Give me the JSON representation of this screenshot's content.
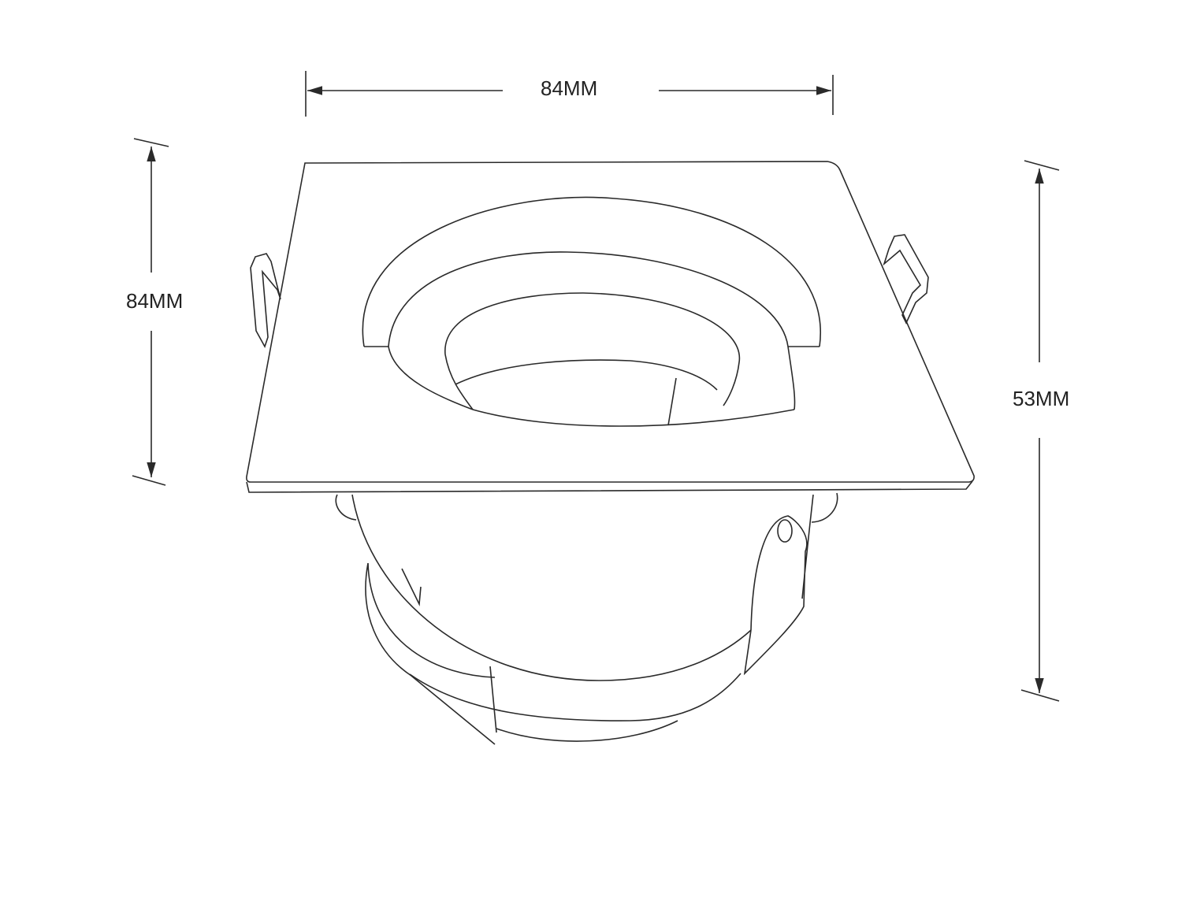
{
  "dimensions": {
    "width_label": "84MM",
    "depth_label": "84MM",
    "height_label": "53MM"
  },
  "colors": {
    "line": "#2a2a2a",
    "background": "#ffffff"
  }
}
